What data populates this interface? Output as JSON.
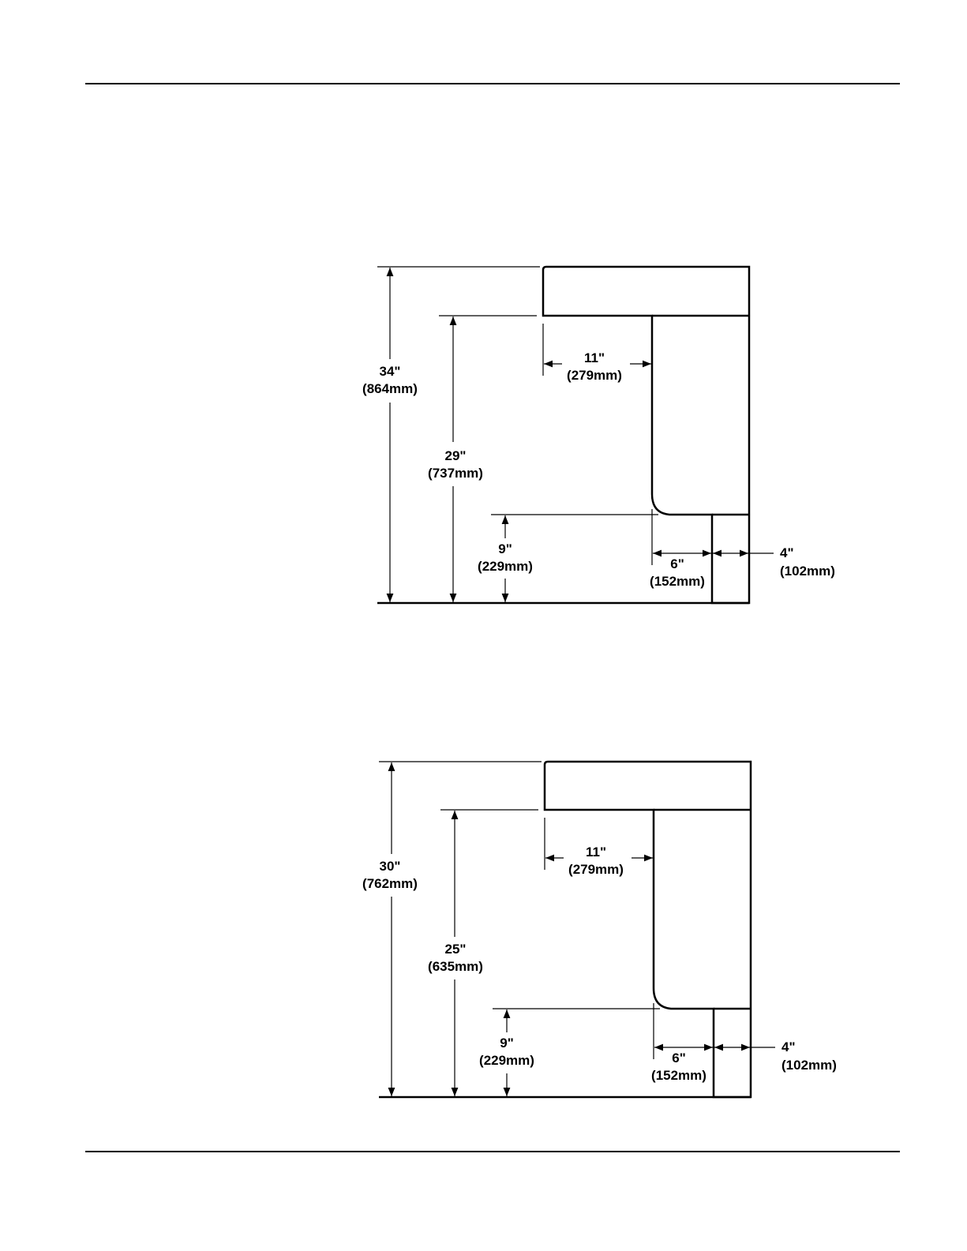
{
  "figures": [
    {
      "id": "upper",
      "dims": {
        "overall": [
          "34\"",
          "(864mm)"
        ],
        "knee": [
          "29\"",
          "(737mm)"
        ],
        "toe": [
          "9\"",
          "(229mm)"
        ],
        "depth": [
          "11\"",
          "(279mm)"
        ],
        "toe_depth": [
          "6\"",
          "(152mm)"
        ],
        "toe_back": [
          "4\"",
          "(102mm)"
        ]
      }
    },
    {
      "id": "lower",
      "dims": {
        "overall": [
          "30\"",
          "(762mm)"
        ],
        "knee": [
          "25\"",
          "(635mm)"
        ],
        "toe": [
          "9\"",
          "(229mm)"
        ],
        "depth": [
          "11\"",
          "(279mm)"
        ],
        "toe_depth": [
          "6\"",
          "(152mm)"
        ],
        "toe_back": [
          "4\"",
          "(102mm)"
        ]
      }
    }
  ]
}
